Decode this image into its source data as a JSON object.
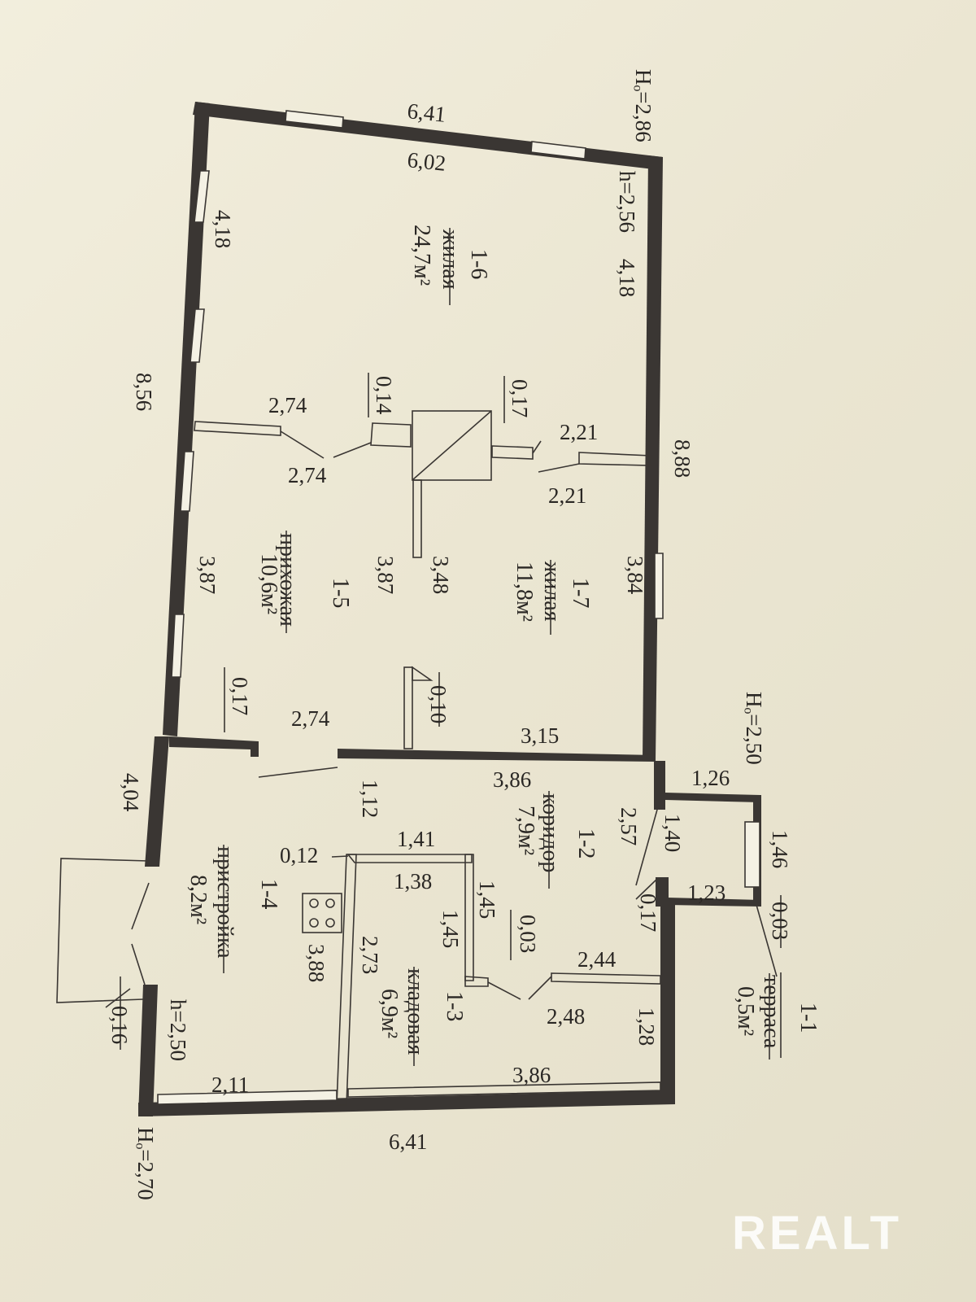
{
  "dimensions": {
    "top_outer": "6,41",
    "top_inner": "6,02",
    "left_room16": "4,18",
    "right_room16": "4,18",
    "height_room16": "h=2,56",
    "left_total": "8,56",
    "right_total": "8,88",
    "corner_top_right": "Hₒ=2,86",
    "partition_left_upper": "2,74",
    "partition_left_lower": "2,74",
    "partition_014": "0,14",
    "partition_017_upper": "0,17",
    "partition_right_upper": "2,21",
    "partition_right_lower": "2,21",
    "room15_left": "3,87",
    "room15_right": "3,87",
    "room17_left": "3,48",
    "room17_right": "3,84",
    "wall_017_lower": "0,17",
    "wall_010": "0,10",
    "room15_bottom": "2,74",
    "room17_bottom": "3,15",
    "corridor_top": "3,86",
    "door_112": "1,12",
    "corridor_257": "2,57",
    "corridor_140": "1,40",
    "terrace_height": "Hₒ=2,50",
    "terrace_top": "1,26",
    "terrace_146": "1,46",
    "terrace_123": "1,23",
    "terrace_003": "0,03",
    "pantry_top": "1,41",
    "pantry_012": "0,12",
    "pantry_138": "1,38",
    "pantry_145a": "1,45",
    "pantry_145b": "1,45",
    "pantry_273": "2,73",
    "pantry_003": "0,03",
    "corridor_244": "2,44",
    "corridor_017": "0,17",
    "pantry_248": "2,48",
    "pantry_128": "1,28",
    "pantry_bottom": "3,86",
    "annex_height": "h=2,50",
    "annex_388": "3,88",
    "annex_404": "4,04",
    "annex_016": "0,16",
    "annex_211": "2,11",
    "bottom_total": "6,41",
    "corner_bottom_left": "Hₒ=2,70"
  },
  "rooms": {
    "r16": {
      "id": "1-6",
      "name": "жилая",
      "area": "24,7м²"
    },
    "r15": {
      "id": "1-5",
      "name": "прихожая",
      "area": "10,6м²"
    },
    "r17": {
      "id": "1-7",
      "name": "жилая",
      "area": "11,8м²"
    },
    "r12": {
      "id": "1-2",
      "name": "коридор",
      "area": "7,9м²"
    },
    "r14": {
      "id": "1-4",
      "name": "пристройка",
      "area": "8,2м²"
    },
    "r13": {
      "id": "1-3",
      "name": "кладовая",
      "area": "6,9м²"
    },
    "r11": {
      "id": "1-1",
      "name": "терраса",
      "area": "0,5м²"
    }
  },
  "watermark": "REALT"
}
